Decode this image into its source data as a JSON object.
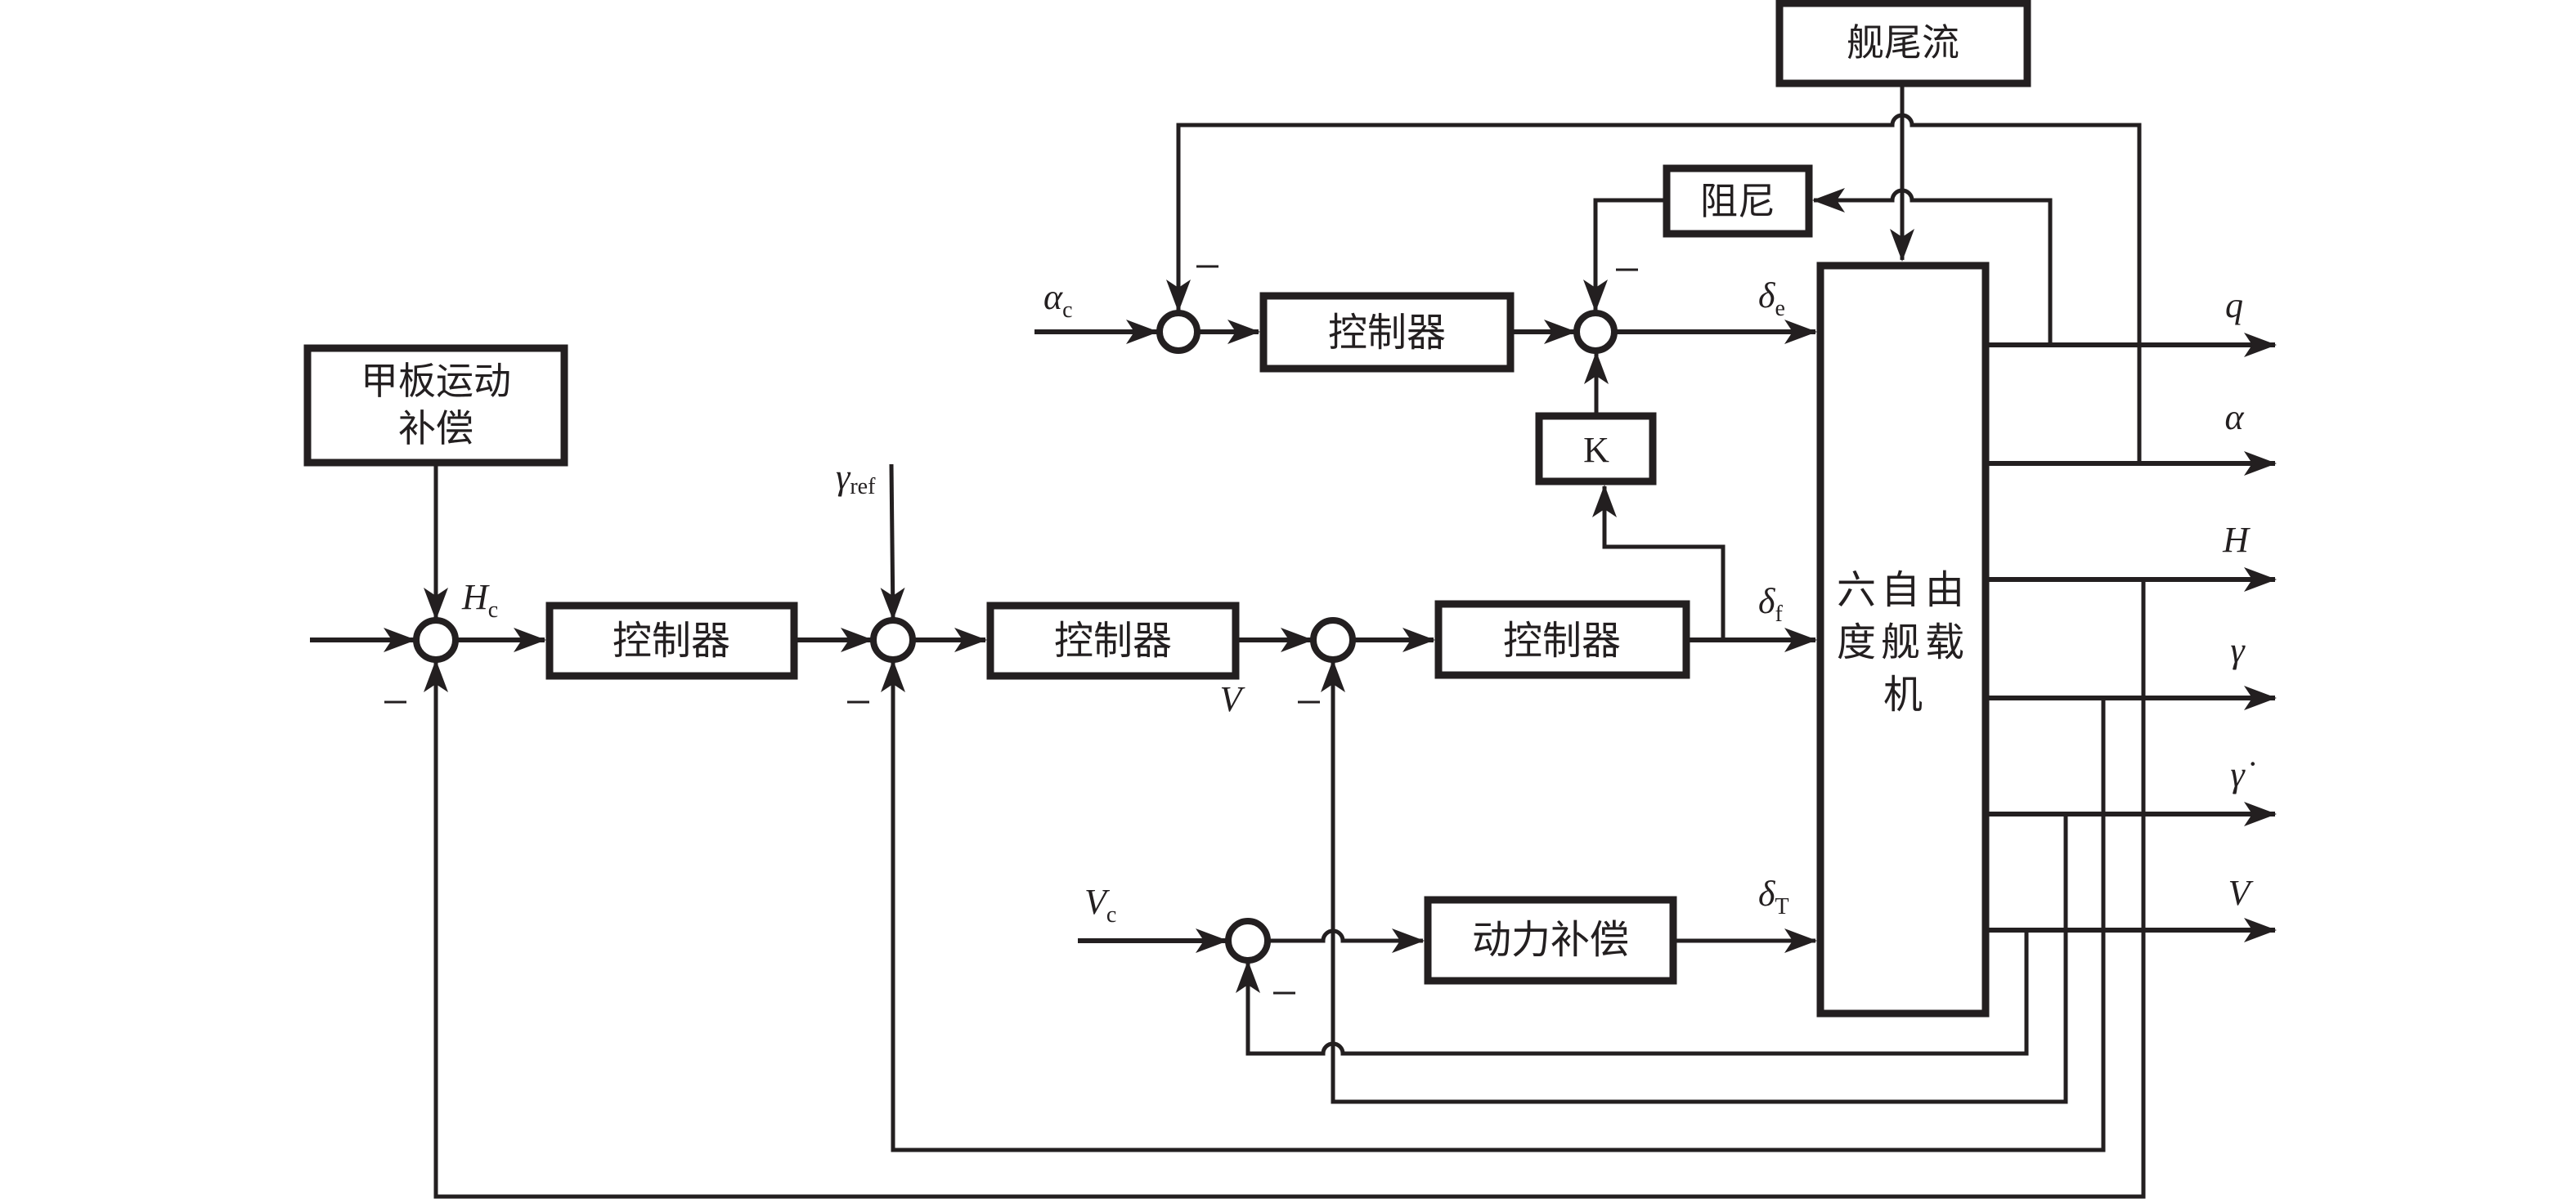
{
  "diagram": {
    "type": "control-block-diagram",
    "blocks": {
      "ship_airwake": "舰尾流",
      "damping": "阻尼",
      "gain_k": "K",
      "deck_motion_comp_line1": "甲板运动",
      "deck_motion_comp_line2": "补偿",
      "controller_alpha": "控制器",
      "controller_h": "控制器",
      "controller_gamma": "控制器",
      "controller_v": "控制器",
      "power_comp": "动力补偿",
      "aircraft_line1": "六自由",
      "aircraft_line2": "度舰载",
      "aircraft_line3": "机"
    },
    "signals": {
      "alpha_c": {
        "main": "α",
        "sub": "c"
      },
      "H_c": {
        "main": "H",
        "sub": "c"
      },
      "gamma_ref": {
        "main": "γ",
        "sub": "ref"
      },
      "V_c": {
        "main": "V",
        "sub": "c"
      },
      "V_mid": "V",
      "delta_e": {
        "main": "δ",
        "sub": "e"
      },
      "delta_f": {
        "main": "δ",
        "sub": "f"
      },
      "delta_T": {
        "main": "δ",
        "sub": "T"
      }
    },
    "outputs": [
      "q",
      "α",
      "H",
      "γ",
      "γ̇",
      "V"
    ],
    "minus_sign": "−"
  }
}
